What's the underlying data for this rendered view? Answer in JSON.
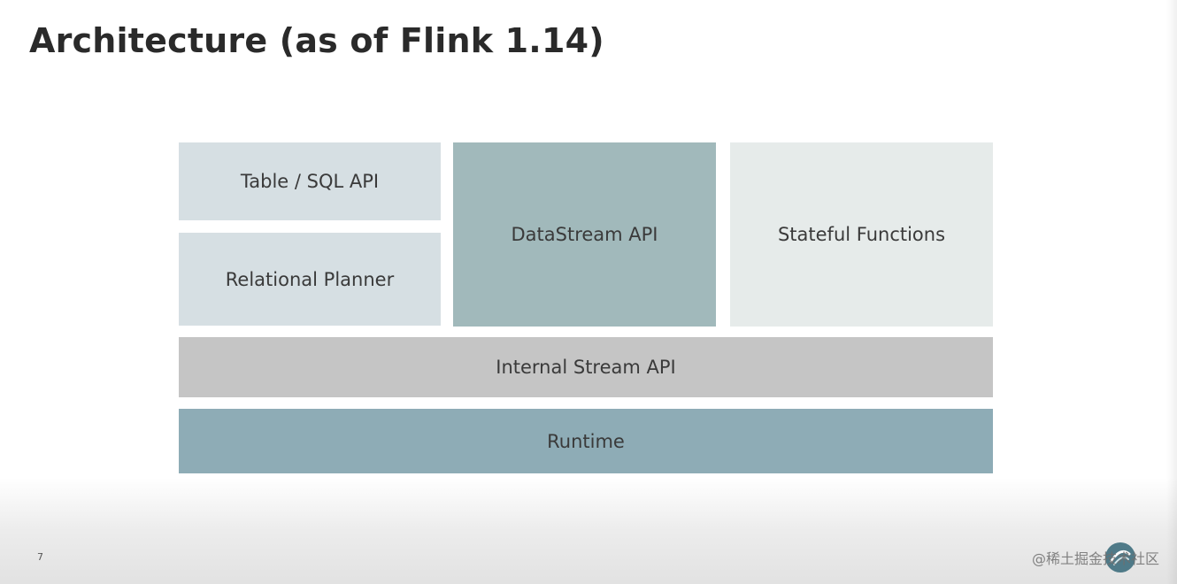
{
  "slide": {
    "title": "Architecture (as of Flink 1.14)",
    "page_number": "7",
    "watermark": "@稀土掘金技术社区"
  },
  "diagram": {
    "boxes": {
      "table_sql_api": {
        "label": "Table / SQL API",
        "color": "#d6dfe3"
      },
      "relational_planner": {
        "label": "Relational Planner",
        "color": "#d6dfe3"
      },
      "datastream_api": {
        "label": "DataStream API",
        "color": "#a1b9bb"
      },
      "stateful_functions": {
        "label": "Stateful Functions",
        "color": "#e6ebea"
      },
      "internal_stream_api": {
        "label": "Internal Stream API",
        "color": "#c5c5c5"
      },
      "runtime": {
        "label": "Runtime",
        "color": "#8eacb6"
      }
    }
  },
  "logo": {
    "icon": "watermark-logo-icon",
    "color": "#3f6f7e"
  }
}
